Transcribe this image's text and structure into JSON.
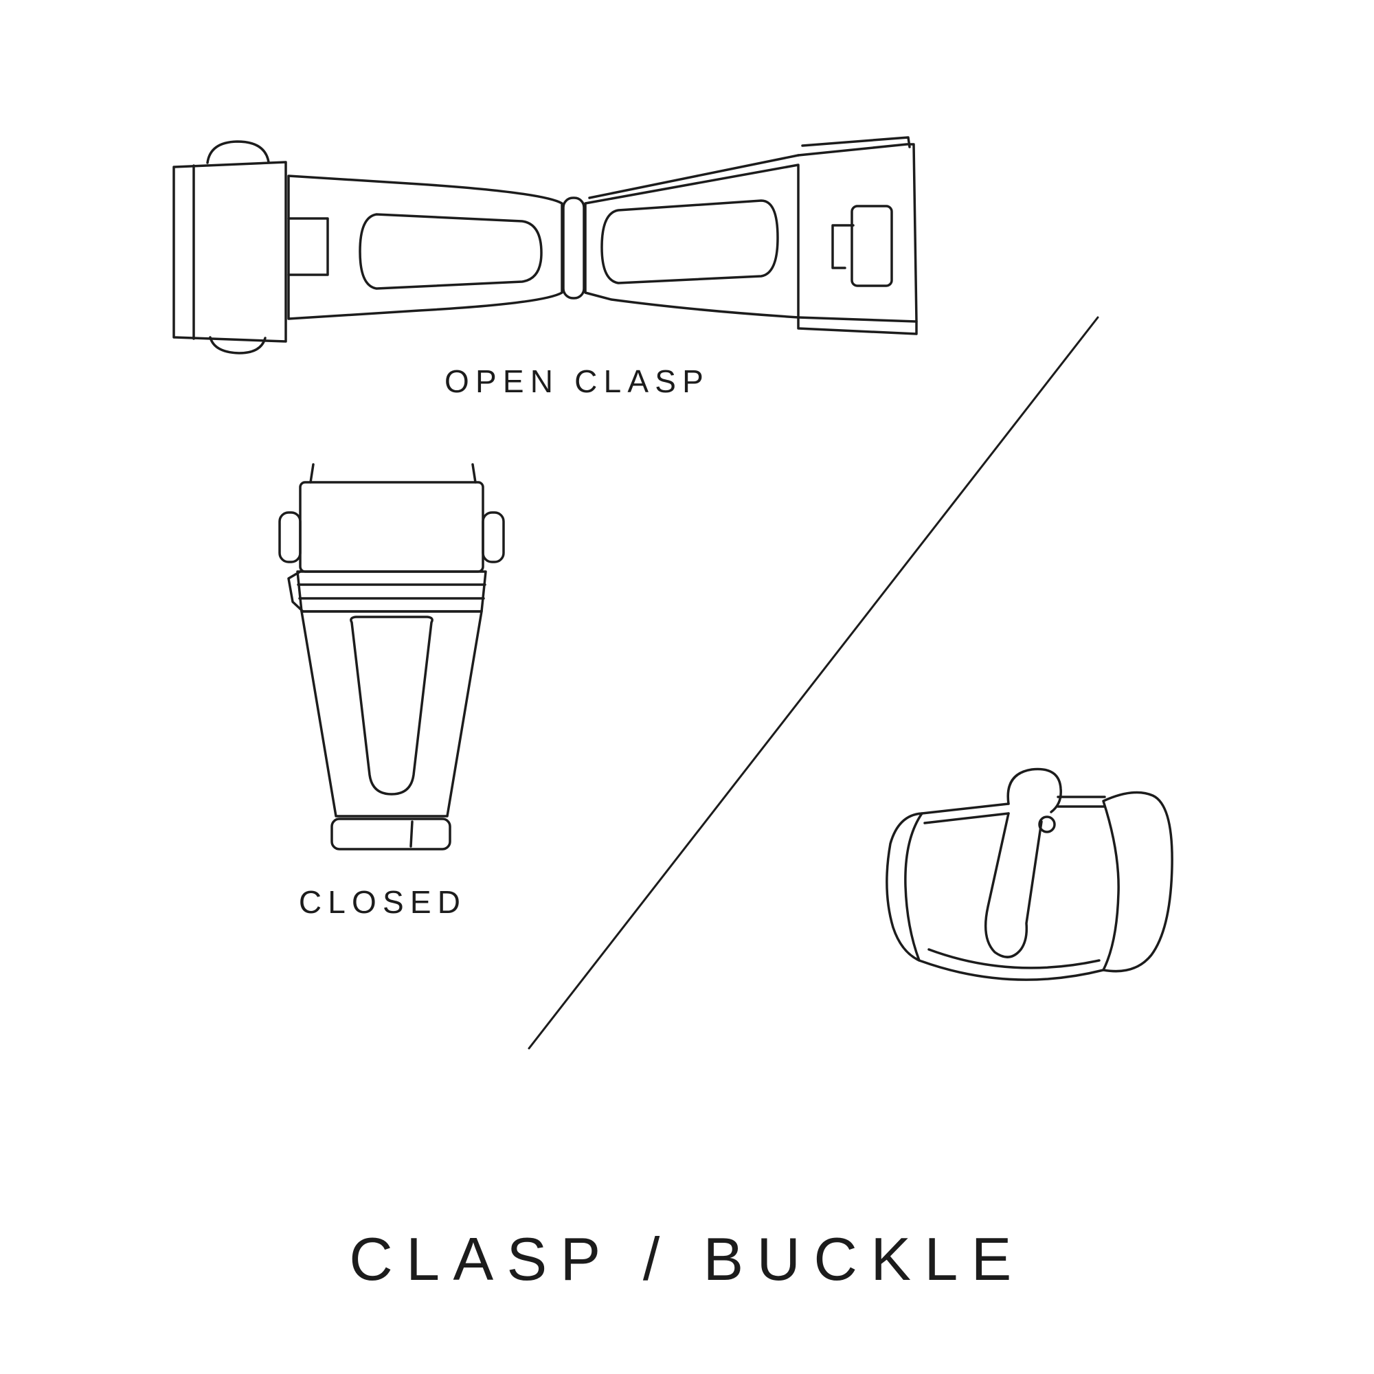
{
  "page": {
    "background_color": "#ffffff",
    "line_color": "#1c1c1c",
    "title": "CLASP / BUCKLE"
  },
  "figures": {
    "open_clasp": {
      "label": "OPEN CLASP",
      "name": "open-deployant-clasp-top-view-line-drawing"
    },
    "closed_clasp": {
      "label": "CLOSED",
      "name": "closed-deployant-clasp-line-drawing"
    },
    "buckle": {
      "name": "tang-buckle-line-drawing"
    },
    "divider": {
      "name": "diagonal-divider-line"
    }
  }
}
